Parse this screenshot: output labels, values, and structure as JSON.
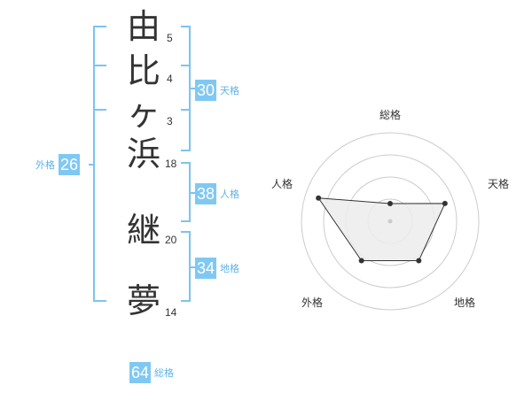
{
  "name": {
    "chars": [
      {
        "char": "由",
        "strokes": "5"
      },
      {
        "char": "比",
        "strokes": "4"
      },
      {
        "char": "ヶ",
        "strokes": "3"
      },
      {
        "char": "浜",
        "strokes": "18"
      },
      {
        "char": "継",
        "strokes": "20"
      },
      {
        "char": "夢",
        "strokes": "14"
      }
    ]
  },
  "fortunes": {
    "tenkaku": {
      "value": "30",
      "label": "天格"
    },
    "jinkaku": {
      "value": "38",
      "label": "人格"
    },
    "chikaku": {
      "value": "34",
      "label": "地格"
    },
    "gaikaku": {
      "value": "26",
      "label": "外格"
    },
    "soukaku": {
      "value": "64",
      "label": "総格"
    }
  },
  "radar": {
    "labels": {
      "top": "総格",
      "right": "天格",
      "bottom_right": "地格",
      "bottom_left": "外格",
      "left": "人格"
    },
    "levels": 4,
    "values": [
      0.2,
      0.65,
      0.55,
      0.55,
      0.85
    ]
  },
  "colors": {
    "accent": "#80c8f4",
    "accent_text": "#5fb3e6",
    "bracket": "#7cc4f0",
    "chart_fill": "#ececec",
    "chart_line": "#333333",
    "ring": "#cccccc"
  }
}
